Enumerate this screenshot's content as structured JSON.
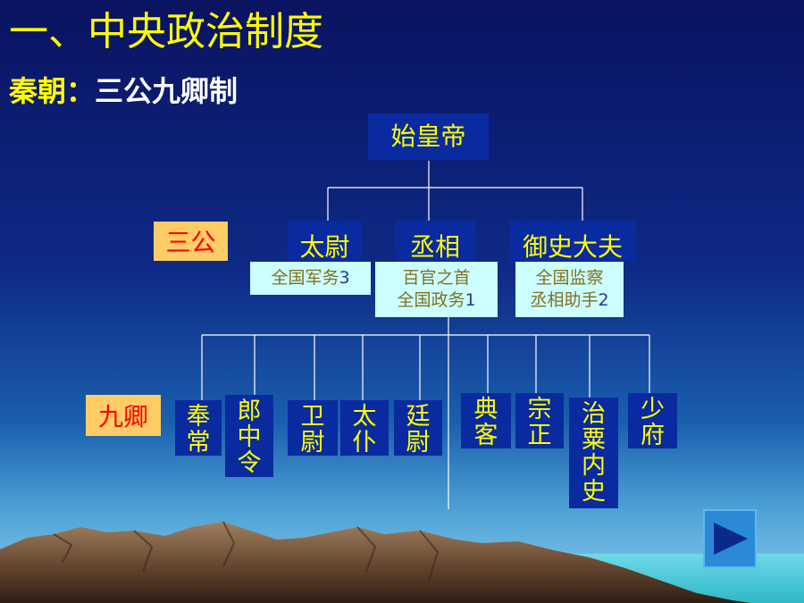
{
  "title": "一、中央政治制度",
  "subtitle": {
    "prefix": "秦朝：",
    "main": "三公九卿制"
  },
  "emperor": "始皇帝",
  "labels": {
    "sangong": "三公",
    "jiuqing": "九卿"
  },
  "sangong": [
    {
      "name": "太尉",
      "desc": [
        "全国军务"
      ],
      "num": "3"
    },
    {
      "name": "丞相",
      "desc": [
        "百官之首",
        "全国政务"
      ],
      "num": "1"
    },
    {
      "name": "御史大夫",
      "desc": [
        "全国监察",
        "丞相助手"
      ],
      "num": "2"
    }
  ],
  "jiuqing": [
    [
      "奉",
      "常"
    ],
    [
      "郎",
      "中",
      "令"
    ],
    [
      "卫",
      "尉"
    ],
    [
      "太",
      "仆"
    ],
    [
      "廷",
      "尉"
    ],
    [
      "典",
      "客"
    ],
    [
      "宗",
      "正"
    ],
    [
      "治",
      "粟",
      "内",
      "史"
    ],
    [
      "少",
      "府"
    ]
  ],
  "colors": {
    "node_bg": "#0a2aa0",
    "node_text": "#ffff00",
    "desc_bg": "#ccffff",
    "desc_text": "#807020",
    "label_bg": "#ffcc66",
    "label_text": "#ff0000"
  },
  "play_icon": "play-icon"
}
